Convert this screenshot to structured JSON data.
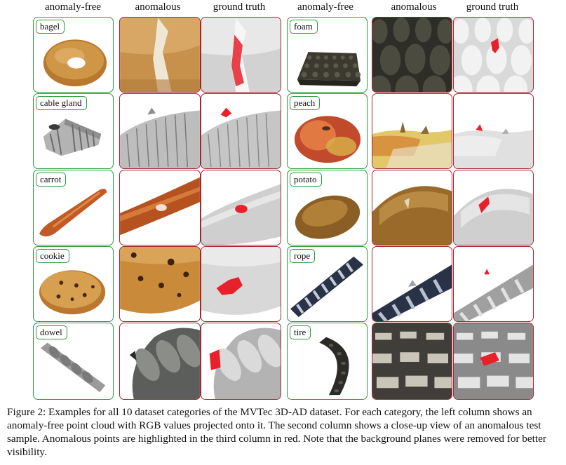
{
  "column_headers": [
    "anomaly-free",
    "anomalous",
    "ground truth",
    "anomaly-free",
    "anomalous",
    "ground truth"
  ],
  "categories": [
    "bagel",
    "cable gland",
    "carrot",
    "cookie",
    "dowel",
    "foam",
    "peach",
    "potato",
    "rope",
    "tire"
  ],
  "caption": "Figure 2: Examples for all 10 dataset categories of the MVTec 3D-AD dataset. For each category, the left column shows an anomaly-free point cloud with RGB values projected onto it. The second column shows a close-up view of an anomalous test sample. Anomalous points are highlighted in the third column in red. Note that the background planes were removed for better visibility.",
  "colors": {
    "anomaly_free_border": "#2f9a3a",
    "anomalous_border": "#a3262e",
    "anomaly_highlight": "#e8202a"
  }
}
